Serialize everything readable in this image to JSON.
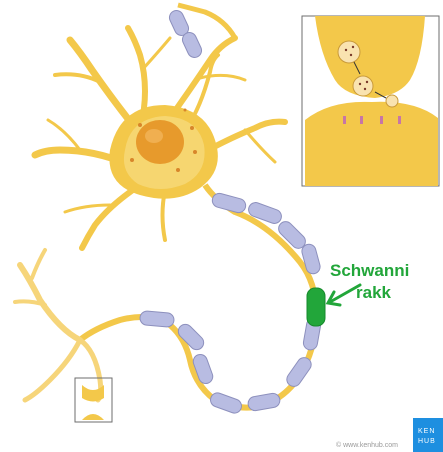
{
  "annotation": {
    "line1": "Schwanni",
    "line2": "rakk",
    "color": "#22a63a"
  },
  "credit": "© www.kenhub.com",
  "logo": {
    "line1": "KEN",
    "line2": "HUB",
    "color": "#1e8fe0"
  },
  "colors": {
    "neuron": "#f3c84a",
    "neuron_light": "#f9df8a",
    "nucleus": "#e79a2c",
    "myelin": "#b8bce2",
    "myelin_outline": "#8d90bd",
    "highlight": "#22a63a",
    "inset_border": "#6e6e6e"
  },
  "icons": [
    "neuron-illustration",
    "synapse-inset",
    "highlight-arrow-icon",
    "kenhub-logo"
  ]
}
